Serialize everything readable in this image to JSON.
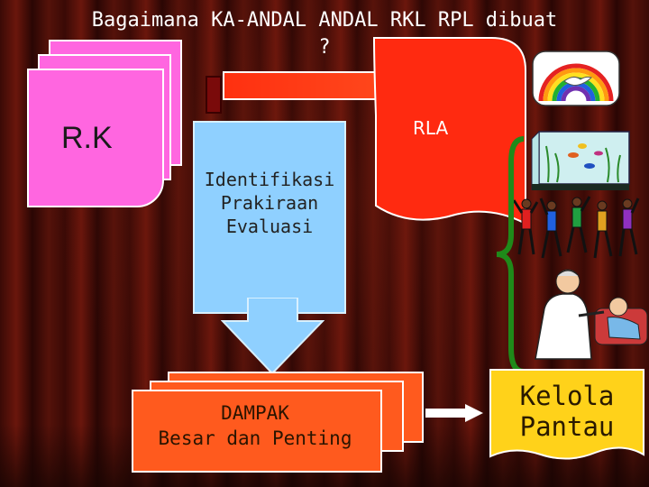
{
  "title": "Bagaimana KA-ANDAL ANDAL RKL RPL dibuat\n?",
  "rk_label": "R.K",
  "rla_label": "RLA",
  "process": {
    "line1": "Identifikasi",
    "line2": "Prakiraan",
    "line3": "Evaluasi"
  },
  "impact": {
    "line1": "DAMPAK",
    "line2": "Besar dan Penting"
  },
  "outcome": {
    "line1": "Kelola",
    "line2": "Pantau"
  },
  "colors": {
    "pink": "#ff66e0",
    "red": "#ff2a10",
    "blue": "#8fd0ff",
    "orange": "#ff5a1e",
    "green": "#1f8a1a",
    "yellow": "#ffd21a"
  },
  "icons": [
    "rainbow-dove-icon",
    "aquarium-icon",
    "dancers-icon",
    "doctor-patient-icon"
  ]
}
